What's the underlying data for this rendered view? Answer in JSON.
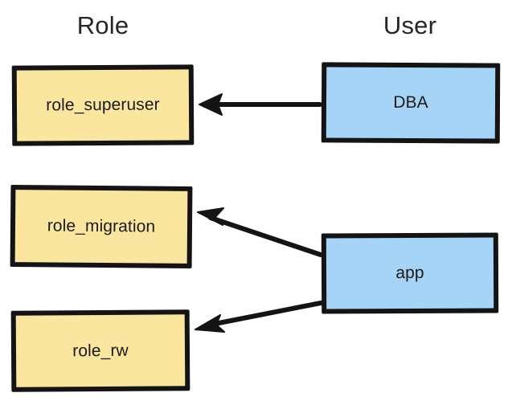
{
  "diagram": {
    "title_columns": {
      "role": "Role",
      "user": "User"
    },
    "colors": {
      "role_fill": "#fbe6a0",
      "user_fill": "#a6d4f6",
      "stroke": "#141414",
      "background": "#ffffff",
      "text": "#1a1a1a"
    },
    "nodes": [
      {
        "id": "role_superuser",
        "label": "role_superuser",
        "column": "Role",
        "kind": "role"
      },
      {
        "id": "role_migration",
        "label": "role_migration",
        "column": "Role",
        "kind": "role"
      },
      {
        "id": "role_rw",
        "label": "role_rw",
        "column": "Role",
        "kind": "role"
      },
      {
        "id": "dba",
        "label": "DBA",
        "column": "User",
        "kind": "user"
      },
      {
        "id": "app",
        "label": "app",
        "column": "User",
        "kind": "user"
      }
    ],
    "edges": [
      {
        "from": "dba",
        "to": "role_superuser",
        "style": "arrow",
        "label": ""
      },
      {
        "from": "app",
        "to": "role_migration",
        "style": "arrow",
        "label": ""
      },
      {
        "from": "app",
        "to": "role_rw",
        "style": "arrow",
        "label": ""
      }
    ]
  }
}
